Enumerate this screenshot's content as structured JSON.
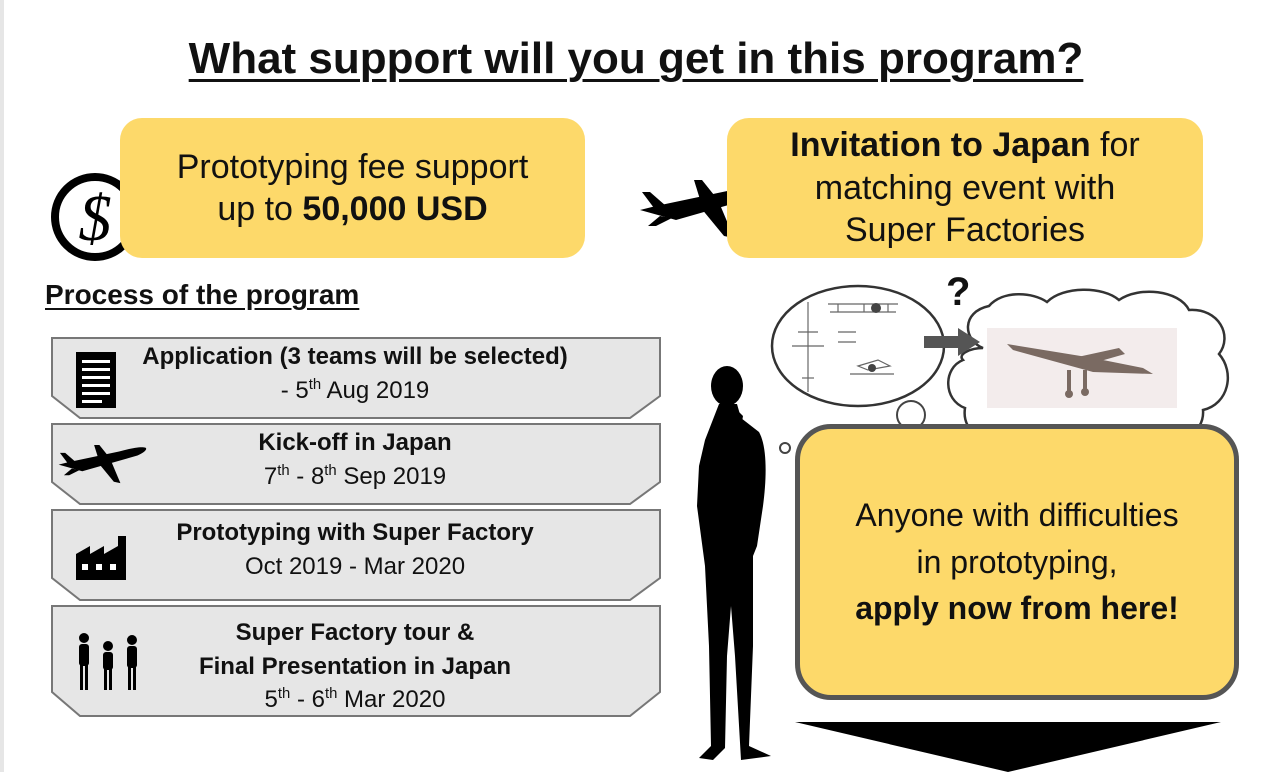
{
  "title": "What support will you get in this program?",
  "fee_box": {
    "line1": "Prototyping fee support",
    "line2_prefix": "up to ",
    "line2_amount": "50,000 USD"
  },
  "invite_box": {
    "bold": "Invitation to Japan",
    "rest1": " for",
    "line2": "matching event with",
    "line3": "Super Factories"
  },
  "process_heading": "Process of the program",
  "steps": [
    {
      "title": "Application (3 teams will be selected)",
      "date_prefix": "-  5",
      "date_sup": "th",
      "date_suffix": " Aug 2019",
      "icon": "document-icon"
    },
    {
      "title": "Kick-off in Japan",
      "date_a": "7",
      "date_a_sup": "th",
      "date_mid": " - 8",
      "date_b_sup": "th",
      "date_suffix": " Sep 2019",
      "icon": "airplane-icon"
    },
    {
      "title": "Prototyping with Super Factory",
      "date": "Oct 2019 - Mar 2020",
      "icon": "factory-icon"
    },
    {
      "title_line1": "Super Factory tour &",
      "title_line2": "Final Presentation in Japan",
      "date_a": "5",
      "date_a_sup": "th",
      "date_mid": " -  6",
      "date_b_sup": "th",
      "date_suffix": " Mar 2020",
      "icon": "people-icon"
    }
  ],
  "question_mark": "?",
  "apply_box": {
    "line1": "Anyone with difficulties",
    "line2": "in prototyping,",
    "line3": "apply now from here!"
  },
  "colors": {
    "yellow": "#fdd96a",
    "step_fill": "#e6e6e6",
    "step_border": "#777777",
    "border_dark": "#555555"
  }
}
